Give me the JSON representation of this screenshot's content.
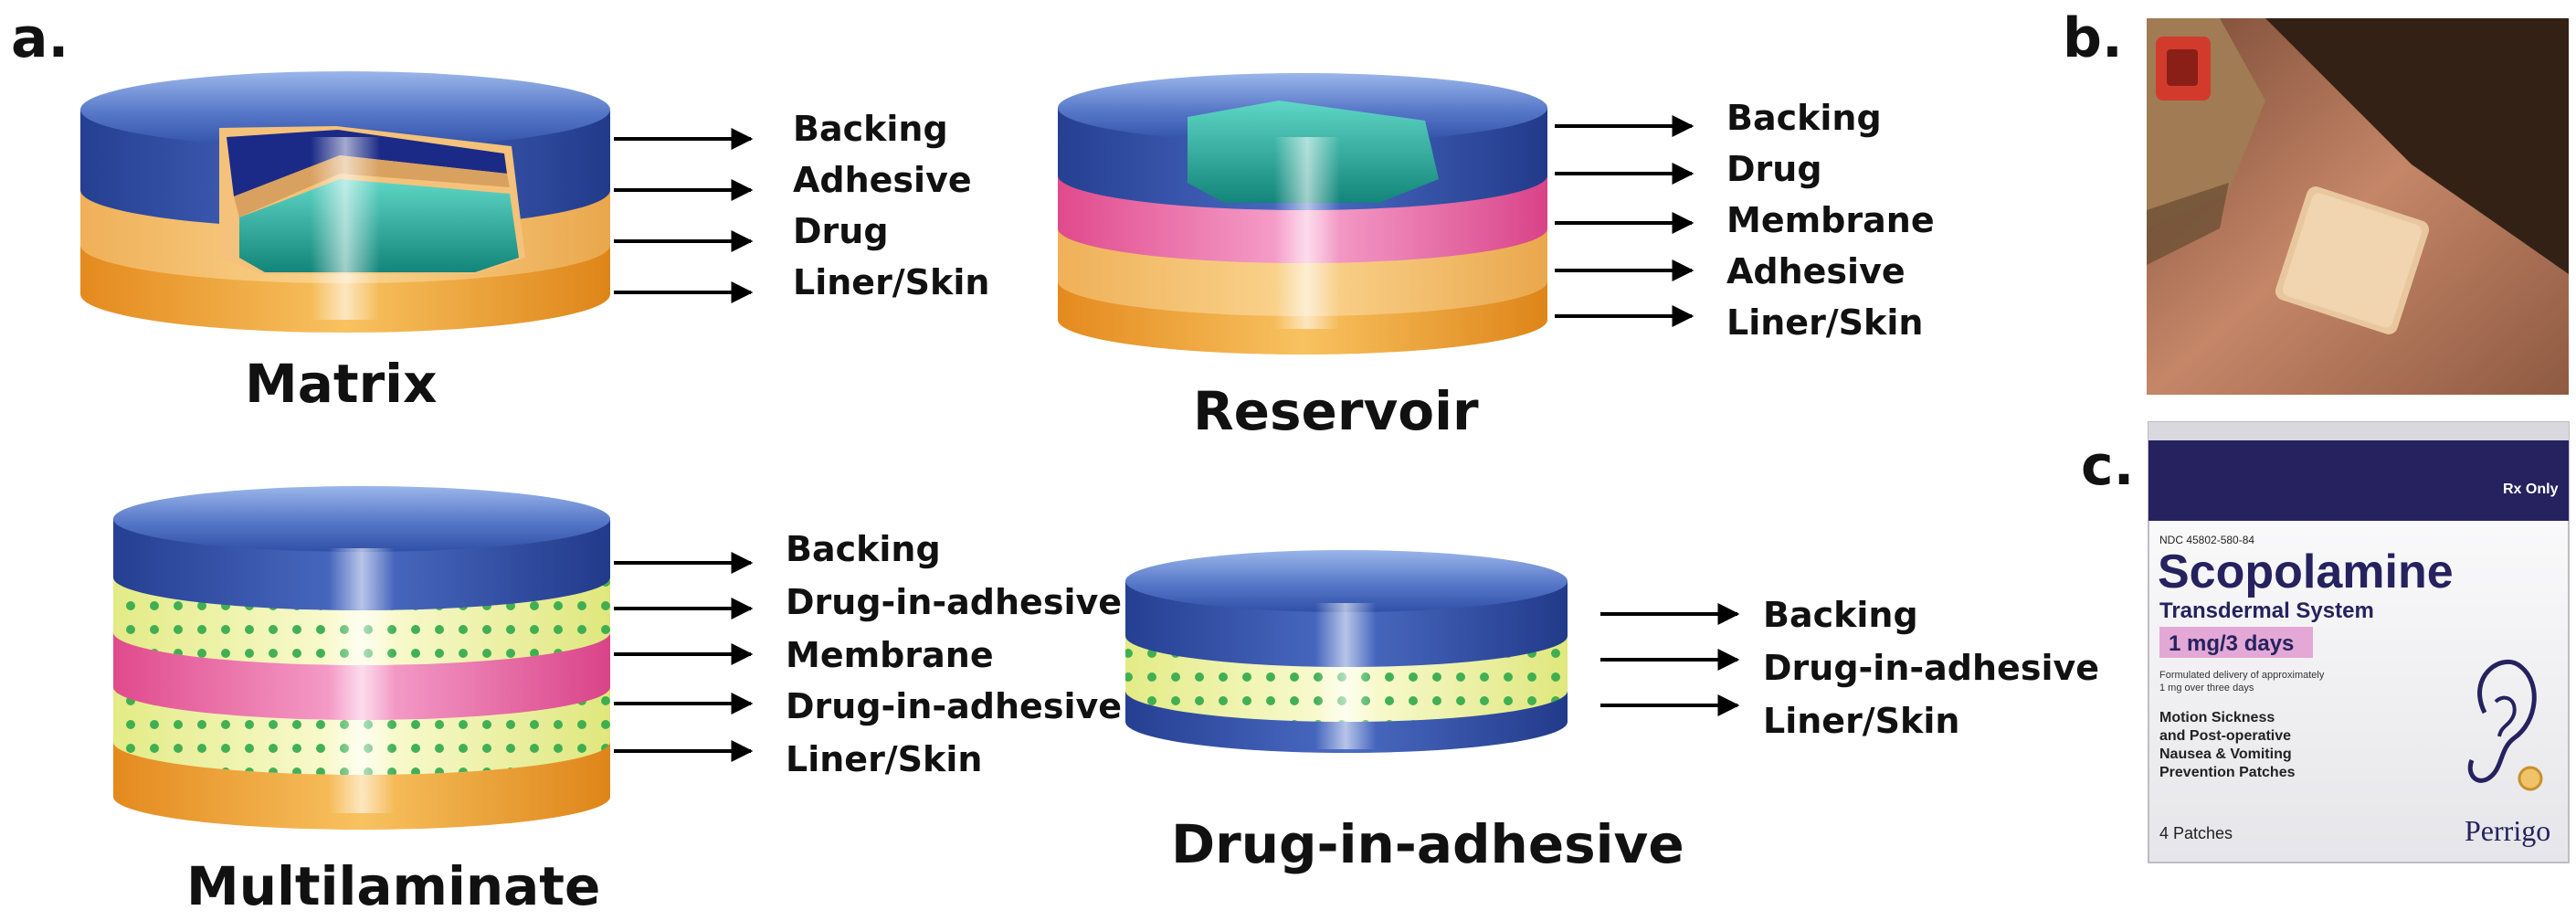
{
  "panel_labels": {
    "a": "a.",
    "b": "b.",
    "c": "c."
  },
  "matrix": {
    "title": "Matrix",
    "layers": [
      "Backing",
      "Adhesive",
      "Drug",
      "Liner/Skin"
    ]
  },
  "reservoir": {
    "title": "Reservoir",
    "layers": [
      "Backing",
      "Drug",
      "Membrane",
      "Adhesive",
      "Liner/Skin"
    ]
  },
  "multilaminate": {
    "title": "Multilaminate",
    "layers": [
      "Backing",
      "Drug-in-adhesive",
      "Membrane",
      "Drug-in-adhesive",
      "Liner/Skin"
    ]
  },
  "drug_in_adhesive": {
    "title": "Drug-in-adhesive",
    "layers": [
      "Backing",
      "Drug-in-adhesive",
      "Liner/Skin"
    ]
  },
  "package": {
    "corner": "Rx Only",
    "ndc": "NDC 45802-580-84",
    "brand": "Scopolamine",
    "subtitle": "Transdermal System",
    "dose": "1 mg/3 days",
    "delivery": [
      "Formulated delivery of approximately",
      "1 mg over three days"
    ],
    "indication": [
      "Motion Sickness",
      "and Post-operative",
      "Nausea & Vomiting",
      "Prevention Patches"
    ],
    "count": "4 Patches",
    "maker": "Perrigo"
  },
  "colors": {
    "backing": "#3a58b0",
    "adhesive_orange": "#f2a83a",
    "drug_teal": "#1fa89a",
    "membrane_pink": "#e8519a",
    "drug_in_adhesive_yellow": "#eef2a0",
    "dots_green": "#2ea84a",
    "package_navy": "#26225f"
  }
}
